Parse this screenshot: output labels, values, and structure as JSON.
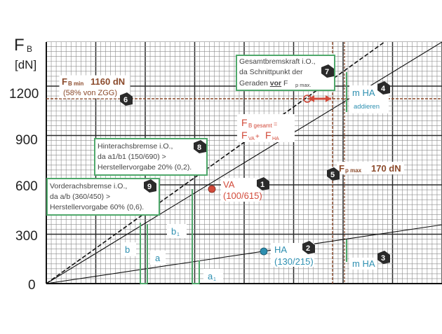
{
  "axis": {
    "y_symbol": "F",
    "y_sub": "B",
    "y_unit": "[dN]",
    "y_ticks": [
      "0",
      "300",
      "600",
      "900",
      "1200"
    ]
  },
  "colors": {
    "grid_minor": "#8c8c8c",
    "grid_major": "#2b2b2b",
    "green": "#4fa86b",
    "brown": "#8b4a2b",
    "red": "#d24a3a",
    "teal": "#2d8fb0",
    "badge": "#2a2a2a"
  },
  "callouts": {
    "fbmin_title": "F",
    "fbmin_sub": "B min",
    "fbmin_value": "1160 dN",
    "fbmin_note": "(58% von ZGG)",
    "gesamt": [
      "Gesamtbremskraft  i.O.,",
      "da Schnittpunkt der"
    ],
    "gesamt_line3_a": "Geraden ",
    "gesamt_line3_vor": "vor",
    "gesamt_line3_b": " F",
    "gesamt_line3_sub": "p max.",
    "hinter": [
      "Hinterachsbremse i.O.,",
      "da a1/b1 (150/690) >",
      "Herstellervorgabe 20% (0,2)."
    ],
    "vorder": [
      "Vorderachsbremse i.O.,",
      "da a/b (360/450) >",
      "Herstellervorgabe 60% (0,6)."
    ],
    "fbgesamt_line1": "F",
    "fbgesamt_line1_sub": "B gesamt",
    "fbgesamt_line1_eq": " =",
    "fbgesamt_line2_f1": "F",
    "fbgesamt_line2_s1": "VA",
    "fbgesamt_line2_plus": " + ",
    "fbgesamt_line2_f2": "F",
    "fbgesamt_line2_s2": "HA",
    "fpmax_title": "F",
    "fpmax_sub": "p max",
    "fpmax_value": "170 dN",
    "mha_add_label": "m HA",
    "mha_add_note": "addieren",
    "mha_label": "m HA",
    "va_label": "VA",
    "va_value": "(100/615)",
    "ha_label": "HA",
    "ha_value": "(130/215)",
    "b_label": "b",
    "a_label": "a",
    "b1_label": "b",
    "b1_sub": "1",
    "a1_label": "a",
    "a1_sub": "1"
  },
  "badges": [
    "1",
    "2",
    "3",
    "4",
    "5",
    "6",
    "7",
    "8",
    "9"
  ]
}
